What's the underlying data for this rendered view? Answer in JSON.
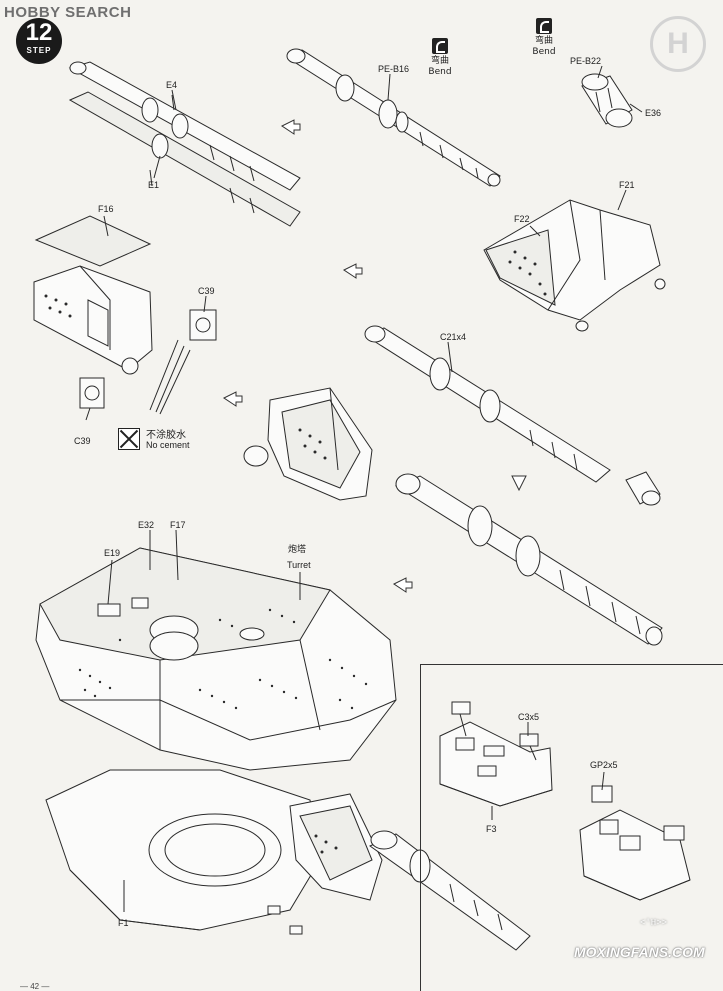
{
  "watermark_top": "HOBBY SEARCH",
  "step": {
    "number": "12",
    "word": "STEP"
  },
  "header_logo": "H",
  "bend": [
    {
      "cn": "弯曲",
      "en": "Bend"
    },
    {
      "cn": "弯曲",
      "en": "Bend"
    }
  ],
  "parts": {
    "pe_b16": "PE-B16",
    "pe_b22": "PE-B22",
    "e36": "E36",
    "e4": "E4",
    "e1": "E1",
    "f21": "F21",
    "f22": "F22",
    "f16": "F16",
    "c39_a": "C39",
    "c39_b": "C39",
    "c21x4": "C21x4",
    "e32": "E32",
    "f17": "F17",
    "e19": "E19",
    "turret_cn": "炮塔",
    "turret_en": "Turret",
    "c3x5": "C3x5",
    "gp2x5": "GP2x5",
    "f3": "F3",
    "f1": "F1"
  },
  "no_cement": {
    "cn": "不涂胶水",
    "en": "No cement"
  },
  "watermark_bottom": "MOXINGFANS.COM",
  "watermark_sub": "<'H>>",
  "page_number": "— 42 —"
}
